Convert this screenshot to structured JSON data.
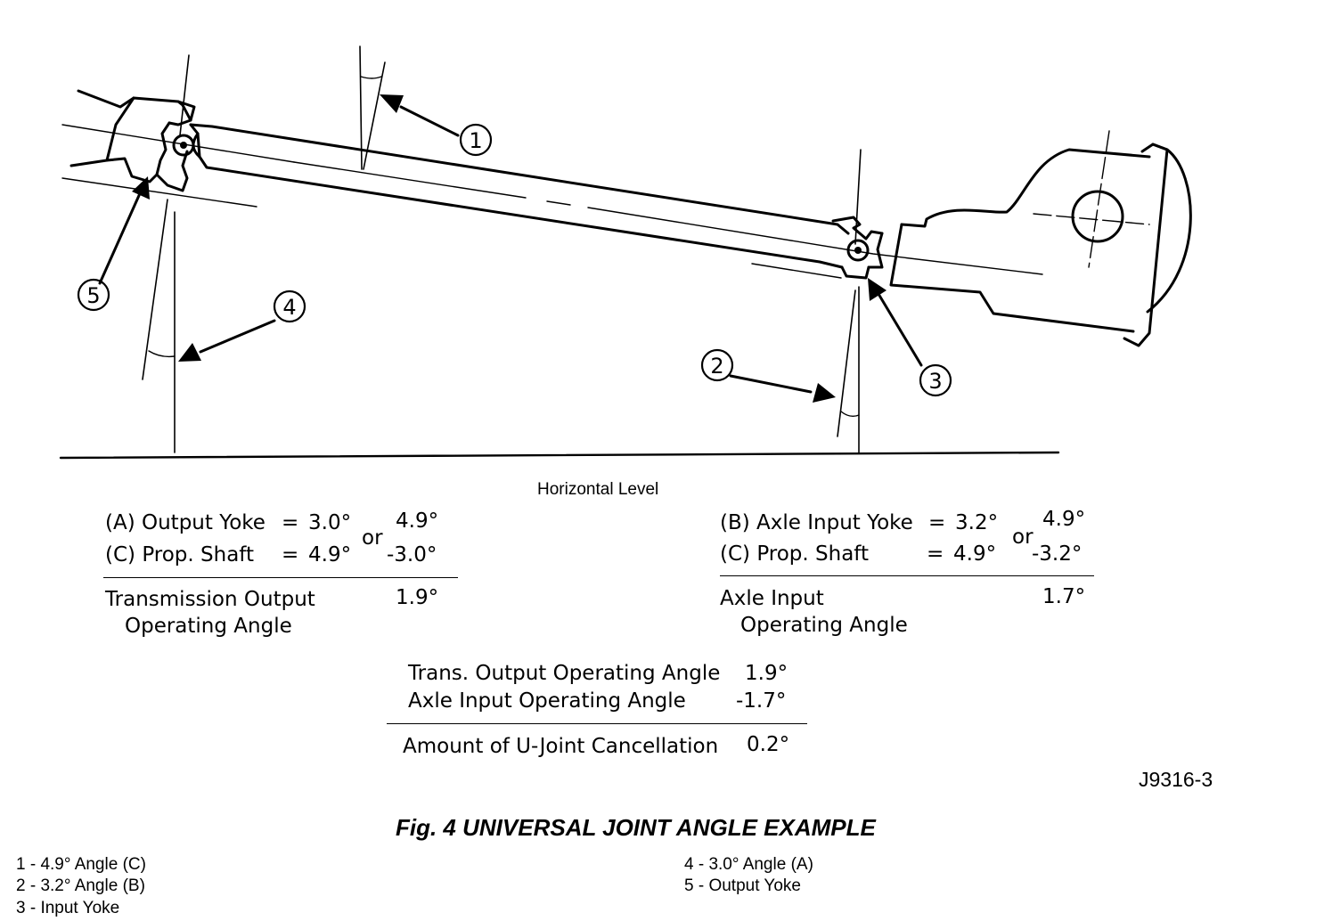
{
  "diagram": {
    "callouts": [
      "1",
      "2",
      "3",
      "4",
      "5"
    ],
    "horizontal_label": "Horizontal Level",
    "left_calc": {
      "row_a": {
        "label": "(A) Output Yoke",
        "eq": "=",
        "value": "3.0°",
        "alt": "4.9°"
      },
      "row_c": {
        "label": "(C) Prop. Shaft",
        "eq": "=",
        "value": "4.9°",
        "alt": "-3.0°"
      },
      "or": "or",
      "result_label_1": "Transmission Output",
      "result_label_2": "Operating Angle",
      "result_value": "1.9°"
    },
    "right_calc": {
      "row_b": {
        "label": "(B) Axle Input Yoke",
        "eq": "=",
        "value": "3.2°",
        "alt": "4.9°"
      },
      "row_c": {
        "label": "(C) Prop. Shaft",
        "eq": "=",
        "value": "4.9°",
        "alt": "-3.2°"
      },
      "or": "or",
      "result_label_1": "Axle Input",
      "result_label_2": "Operating Angle",
      "result_value": "1.7°"
    },
    "summary": {
      "row1_label": "Trans. Output Operating Angle",
      "row1_value": "1.9°",
      "row2_label": "Axle Input Operating Angle",
      "row2_value": "-1.7°",
      "total_label": "Amount of U-Joint Cancellation",
      "total_value": "0.2°"
    },
    "figure_code": "J9316-3"
  },
  "caption": "Fig. 4 UNIVERSAL JOINT ANGLE EXAMPLE",
  "legend": {
    "left": [
      "1 - 4.9° Angle (C)",
      "2 - 3.2° Angle (B)",
      "3 - Input Yoke"
    ],
    "right": [
      "4 - 3.0° Angle (A)",
      "5 - Output Yoke"
    ]
  }
}
